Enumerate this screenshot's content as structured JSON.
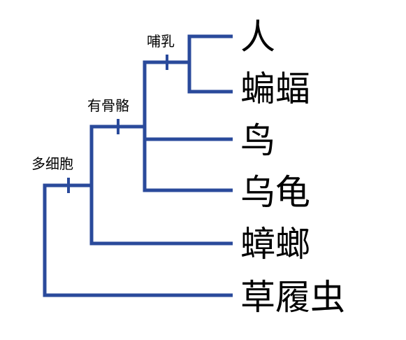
{
  "colors": {
    "branch": "#2a4a9b",
    "text": "#000000",
    "background": "#ffffff"
  },
  "taxa": {
    "human": "人",
    "bat": "蝙蝠",
    "bird": "鸟",
    "turtle": "乌龟",
    "cockroach": "蟑螂",
    "paramecium": "草履虫"
  },
  "traits": {
    "multicellular": "多细胞",
    "vertebrate": "有骨骼",
    "mammal": "哺乳"
  }
}
